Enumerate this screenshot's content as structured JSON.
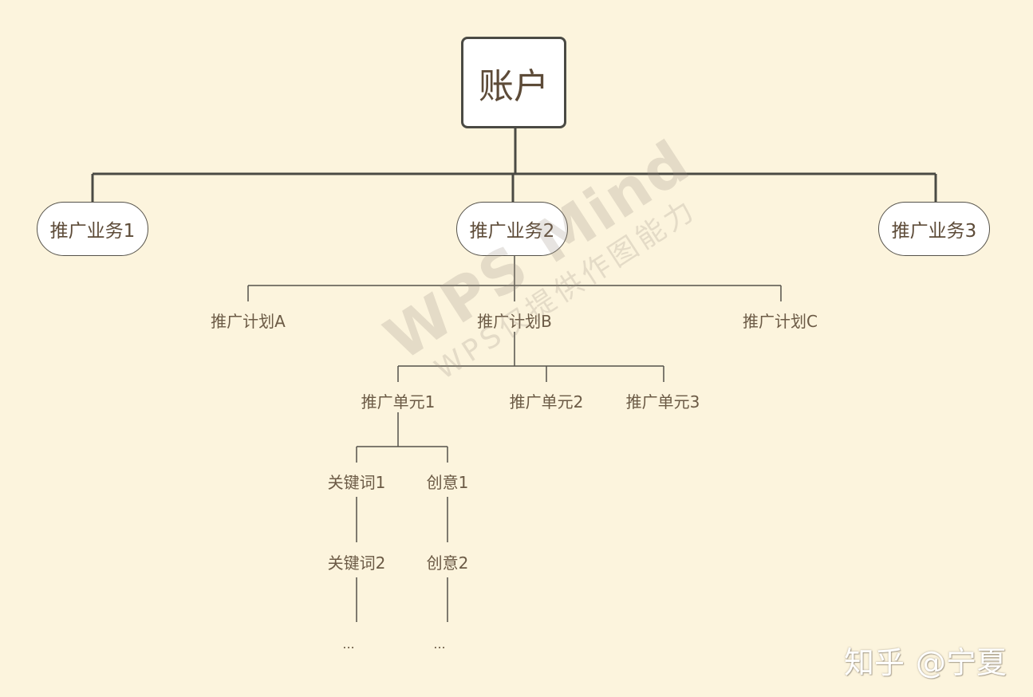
{
  "root": {
    "label": "账户"
  },
  "businesses": [
    {
      "label": "推广业务1"
    },
    {
      "label": "推广业务2"
    },
    {
      "label": "推广业务3"
    }
  ],
  "plans": [
    {
      "label": "推广计划A"
    },
    {
      "label": "推广计划B"
    },
    {
      "label": "推广计划C"
    }
  ],
  "units": [
    {
      "label": "推广单元1"
    },
    {
      "label": "推广单元2"
    },
    {
      "label": "推广单元3"
    }
  ],
  "keywords": [
    {
      "label": "关键词1"
    },
    {
      "label": "关键词2"
    },
    {
      "label": "..."
    }
  ],
  "creatives": [
    {
      "label": "创意1"
    },
    {
      "label": "创意2"
    },
    {
      "label": "..."
    }
  ],
  "watermark": {
    "brand": "WPS Mind",
    "note": "WPS仅提供作图能力"
  },
  "credit": {
    "platform": "知乎",
    "author": "@宁夏"
  },
  "colors": {
    "background": "#fcf4dd",
    "node_fill": "#ffffff",
    "thick_line": "#4a4a44",
    "thin_line": "#55524a",
    "text": "#6b5a45"
  }
}
